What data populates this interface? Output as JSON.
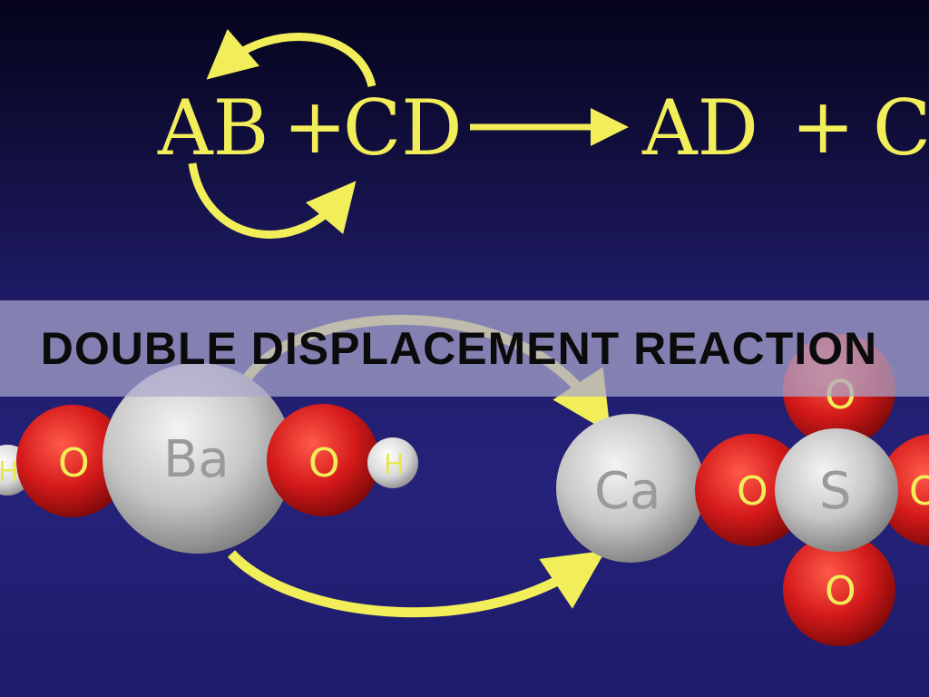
{
  "equation": {
    "left_reactant_1": "AB",
    "plus_1": "+",
    "left_reactant_2": "CD",
    "product_1": "AD",
    "plus_2": "+",
    "product_2_partial": "C"
  },
  "molecules": {
    "barium_hydroxide": {
      "h_left": "H",
      "o_left": "O",
      "center": "Ba",
      "o_right": "O",
      "h_right": "H"
    },
    "calcium_sulfate": {
      "ca": "Ca",
      "o_left": "O",
      "s": "S",
      "o_top": "O",
      "o_bottom": "O",
      "o_right": "O"
    }
  },
  "banner": {
    "title": "DOUBLE DISPLACEMENT REACTION"
  },
  "colors": {
    "arrow_yellow": "#f2ee5a",
    "oxygen_red": "#d41a1a",
    "metal_gray": "#c8c8c8",
    "background_navy": "#1f1c6a"
  }
}
